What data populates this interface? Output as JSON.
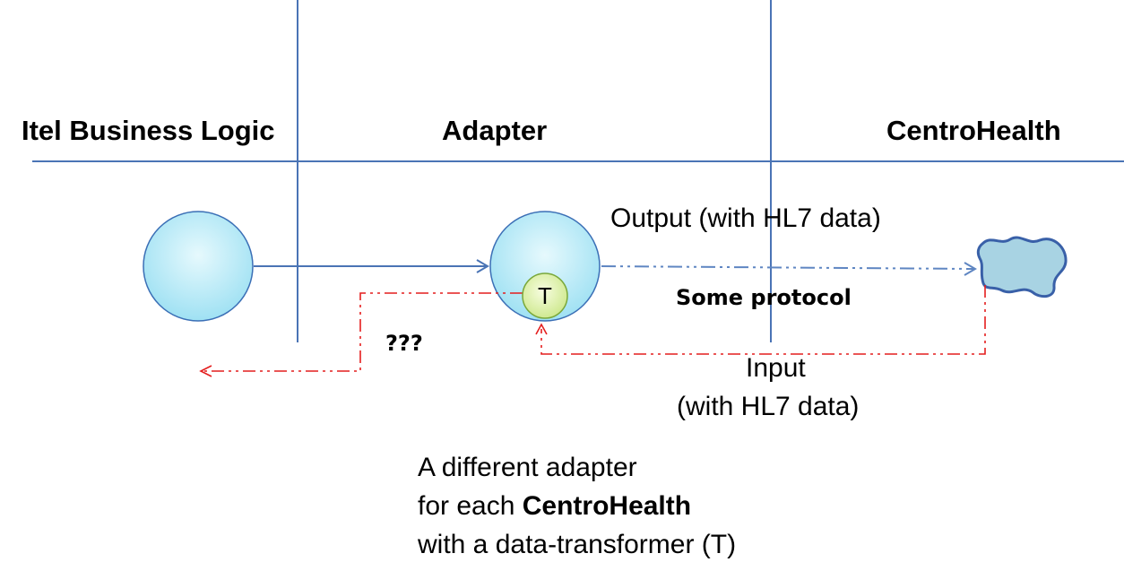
{
  "lanes": {
    "left": "Itel Business Logic",
    "middle": "Adapter",
    "right": "CentroHealth"
  },
  "labels": {
    "output": "Output (with HL7 data)",
    "protocol": "Some protocol",
    "unknown": "???",
    "input_line1": "Input",
    "input_line2": "(with HL7 data)",
    "transformer_letter": "T"
  },
  "note": {
    "line1": "A different adapter",
    "line2_prefix": "for each ",
    "line2_bold": "CentroHealth",
    "line3": "with a data-transformer (T)"
  },
  "colors": {
    "lane_lines": "#4a74b5",
    "solid_arrow": "#4a74b5",
    "output_arrow": "#5f86c2",
    "return_arrow": "#e41e1e",
    "node_fill": "#a7e6f5",
    "node_stroke": "#3b6fb6",
    "transformer_fill": "#dcf0a0",
    "transformer_stroke": "#7aa83a",
    "cloud_fill": "#a8d3e3",
    "cloud_stroke": "#3960a8"
  }
}
